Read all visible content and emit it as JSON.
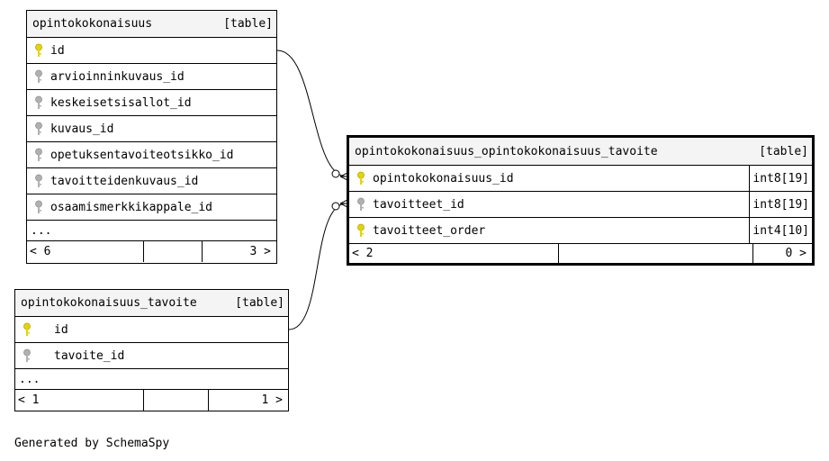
{
  "tables": [
    {
      "name": "opintokokonaisuus",
      "kind": "[table]",
      "columns": [
        {
          "name": "id",
          "key": "primary"
        },
        {
          "name": "arvioinninkuvaus_id",
          "key": "foreign"
        },
        {
          "name": "keskeisetsisallot_id",
          "key": "foreign"
        },
        {
          "name": "kuvaus_id",
          "key": "foreign"
        },
        {
          "name": "opetuksentavoiteotsikko_id",
          "key": "foreign"
        },
        {
          "name": "tavoitteidenkuvaus_id",
          "key": "foreign"
        },
        {
          "name": "osaamismerkkikappale_id",
          "key": "foreign"
        }
      ],
      "more": "...",
      "footer": {
        "parents": "< 6",
        "children": "3 >"
      }
    },
    {
      "name": "opintokokonaisuus_opintokokonaisuus_tavoite",
      "kind": "[table]",
      "columns": [
        {
          "name": "opintokokonaisuus_id",
          "key": "primary",
          "type": "int8[19]"
        },
        {
          "name": "tavoitteet_id",
          "key": "foreign",
          "type": "int8[19]"
        },
        {
          "name": "tavoitteet_order",
          "key": "primary",
          "type": "int4[10]"
        }
      ],
      "footer": {
        "parents": "< 2",
        "children": "0 >"
      }
    },
    {
      "name": "opintokokonaisuus_tavoite",
      "kind": "[table]",
      "columns": [
        {
          "name": "id",
          "key": "primary"
        },
        {
          "name": "tavoite_id",
          "key": "foreign"
        }
      ],
      "more": "...",
      "footer": {
        "parents": "< 1",
        "children": "1 >"
      }
    }
  ],
  "colors": {
    "primary_key": "#e6d400",
    "foreign_key": "#a8a8a8",
    "header_bg": "#f4f4f4"
  },
  "credit": "Generated by SchemaSpy"
}
